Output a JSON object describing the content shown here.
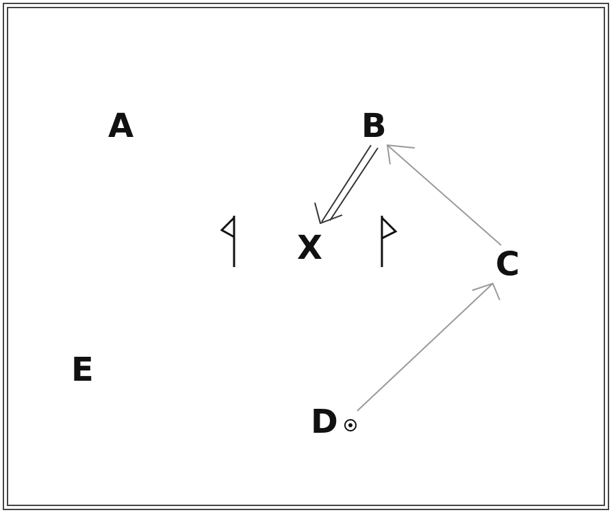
{
  "labels": {
    "a": "A",
    "b": "B",
    "c": "C",
    "d": "D",
    "e": "E",
    "x": "X"
  },
  "colors": {
    "ink": "#111111",
    "pass_line": "#999999",
    "frame": "#444444"
  }
}
